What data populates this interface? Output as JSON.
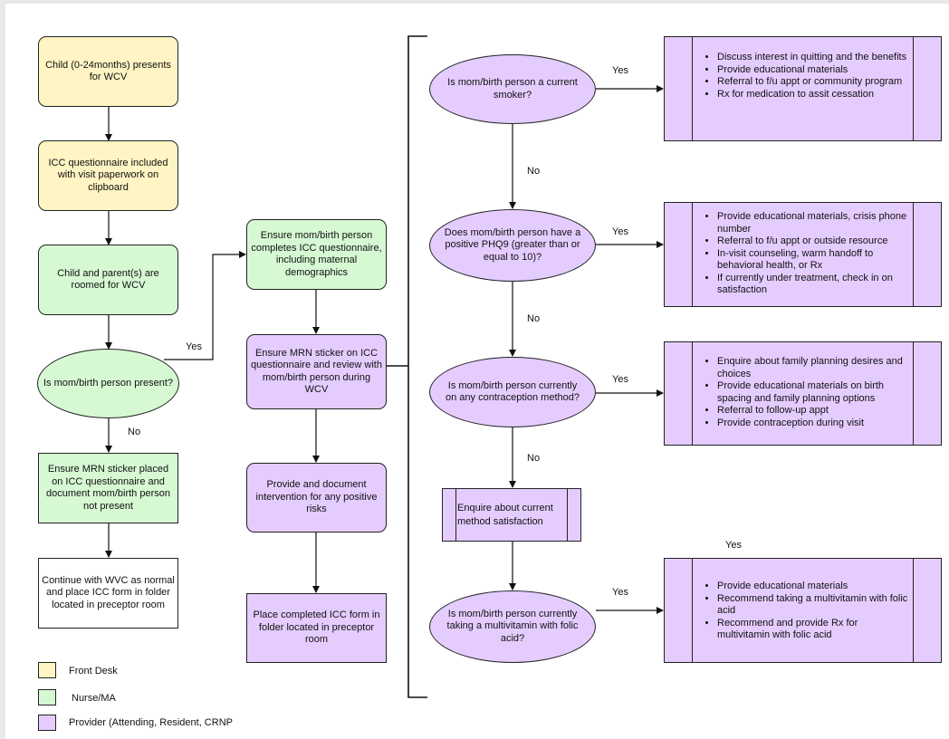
{
  "nodes": {
    "child_presents": "Child (0-24months) presents for WCV",
    "icc_included": "ICC questionnaire included with visit paperwork on clipboard",
    "roomed": "Child and parent(s) are roomed for WCV",
    "mom_present": "Is mom/birth person present?",
    "mrn_not_present": "Ensure MRN sticker placed on ICC questionnaire and document mom/birth person not present",
    "continue_wvc": "Continue with WVC as normal and place ICC form in folder located in preceptor room",
    "ensure_completes": "Ensure mom/birth person completes ICC questionnaire, including maternal demographics",
    "ensure_mrn_review": "Ensure MRN sticker on ICC questionnaire and review with mom/birth person during WCV",
    "provide_document": "Provide and document intervention for any positive risks",
    "place_completed": "Place completed ICC form in folder located in preceptor room",
    "smoker_q": "Is mom/birth person a current smoker?",
    "phq9_q": "Does mom/birth person have a positive PHQ9 (greater than or equal to 10)?",
    "contraception_q": "Is mom/birth person currently on any contraception method?",
    "enquire_satisfaction": "Enquire about current method satisfaction",
    "multivitamin_q": "Is mom/birth person currently taking a multivitamin with folic acid?"
  },
  "actions": {
    "smoker": [
      "Discuss interest in quitting and the benefits",
      "Provide educational materials",
      "Referral to f/u appt or community program",
      "Rx for medication to assit cessation"
    ],
    "phq9": [
      "Provide educational materials, crisis phone number",
      "Referral to f/u appt or outside resource",
      "In-visit counseling, warm handoff to behavioral health, or Rx",
      "If currently under treatment, check in on satisfaction"
    ],
    "contraception": [
      "Enquire about family planning desires and choices",
      "Provide educational materials on birth spacing and family planning options",
      "Referral to follow-up appt",
      "Provide contraception during visit"
    ],
    "multivitamin": [
      "Provide educational materials",
      "Recommend taking a multivitamin with folic acid",
      "Recommend and provide Rx for multivitamin with folic acid"
    ]
  },
  "edge_labels": {
    "present_yes": "Yes",
    "present_no": "No",
    "smoker_yes": "Yes",
    "smoker_no": "No",
    "phq9_yes": "Yes",
    "phq9_no": "No",
    "contraception_yes": "Yes",
    "contraception_no": "No",
    "satisfaction_yes": "Yes",
    "multivitamin_yes": "Yes"
  },
  "legend": {
    "front_desk": "Front Desk",
    "nurse_ma": "Nurse/MA",
    "provider": "Provider (Attending, Resident, CRNP"
  },
  "colors": {
    "front_desk": "#fff4c3",
    "nurse_ma": "#d6f8d3",
    "provider": "#e5ccff"
  }
}
